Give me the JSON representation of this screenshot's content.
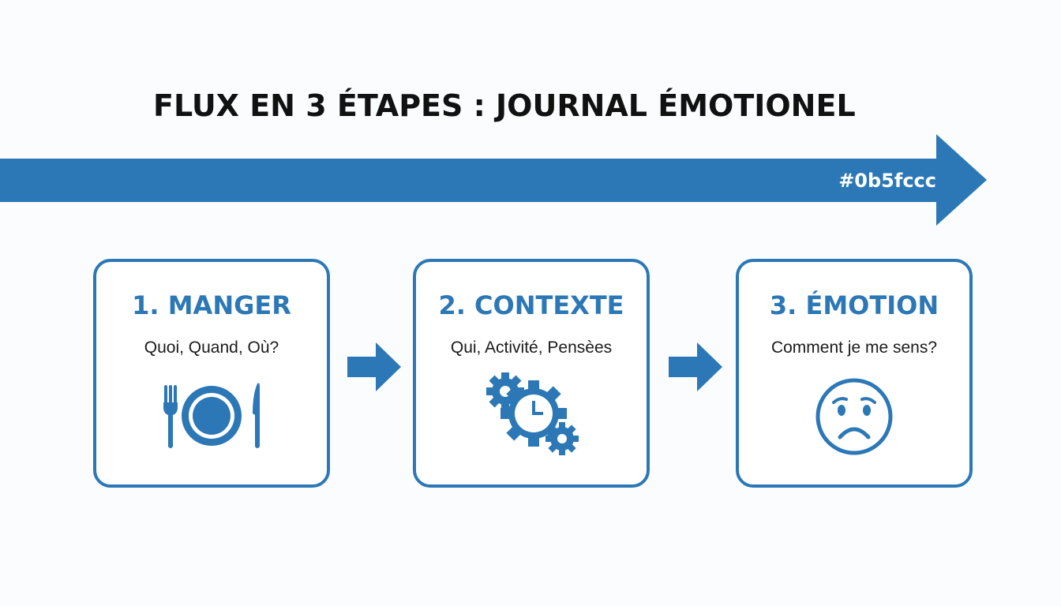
{
  "title": "FLUX EN 3 ÉTAPES : JOURNAL ÉMOTIONEL",
  "arrow_label": "#0b5fccc",
  "colors": {
    "accent": "#2c78b6",
    "title_text": "#111111",
    "background": "#fbfcfd"
  },
  "steps": [
    {
      "title": "1. MANGER",
      "subtitle": "Quoi, Quand, Où?",
      "icon": "fork-plate-knife-icon"
    },
    {
      "title": "2. CONTEXTE",
      "subtitle": "Qui, Activité, Pensèes",
      "icon": "gears-clock-icon"
    },
    {
      "title": "3. ÉMOTION",
      "subtitle": "Comment je me sens?",
      "icon": "sad-face-icon"
    }
  ]
}
